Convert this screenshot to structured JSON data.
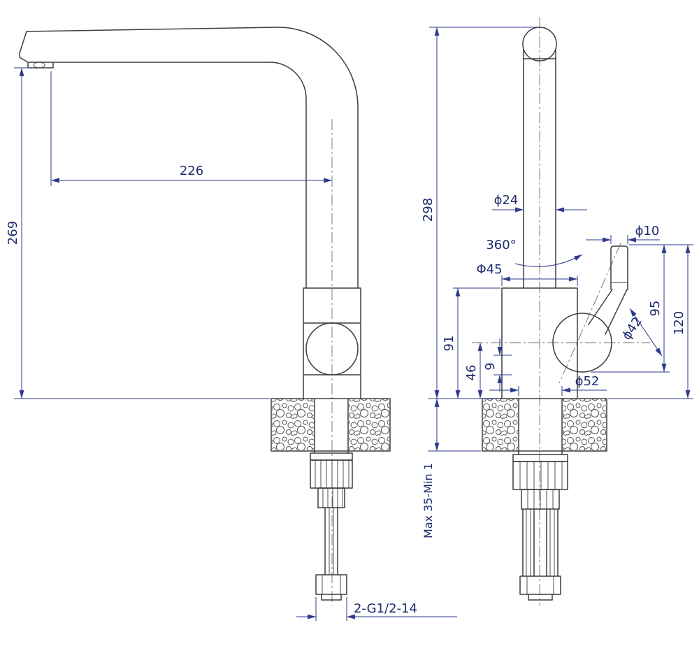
{
  "colors": {
    "outline": "#3d3d3d",
    "dimension": "#2e3a8c",
    "text": "#1d2a6e",
    "background": "#ffffff"
  },
  "left_view": {
    "spout_reach": "226",
    "height_to_spout": "269",
    "thread_spec": "2-G1/2-14"
  },
  "right_view": {
    "total_height": "298",
    "pipe_diameter": "ϕ24",
    "swivel_angle": "360°",
    "body_diameter": "Φ45",
    "handle_knob_diameter": "ϕ10",
    "handle_height": "95",
    "handle_overall_height": "120",
    "ball_joint_diameter": "ϕ42",
    "body_top_height": "91",
    "ball_center_height": "46",
    "outlet_offset": "9",
    "base_diameter": "ϕ52",
    "deck_thickness_range": "Max 35-Min 1"
  }
}
